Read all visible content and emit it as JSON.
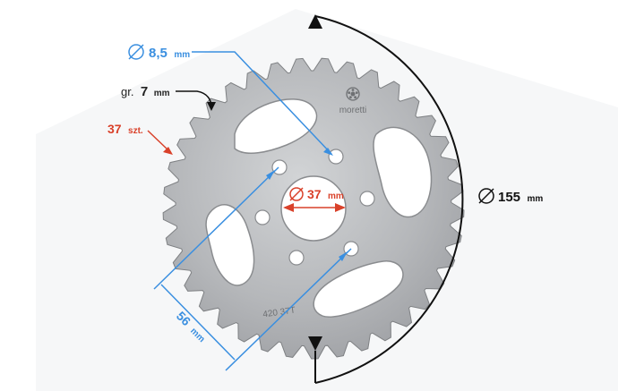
{
  "labels": {
    "hole_diameter": {
      "value": "8,5",
      "unit": "mm",
      "color": "#3a8fe0"
    },
    "thickness": {
      "prefix": "gr.",
      "value": "7",
      "unit": "mm",
      "color": "#222222"
    },
    "teeth_count": {
      "value": "37",
      "unit": "szt.",
      "color": "#d9412a"
    },
    "center_bore": {
      "value": "37",
      "unit": "mm",
      "color": "#d9412a"
    },
    "outer_diameter": {
      "value": "155",
      "unit": "mm",
      "color": "#222222"
    },
    "bolt_spacing": {
      "value": "56",
      "unit": "mm",
      "color": "#3a8fe0"
    }
  },
  "part": {
    "brand": "moretti",
    "stamp": "420  37T",
    "teeth": 37,
    "bolt_holes": 6,
    "metal_color": "#b4b6b9"
  },
  "icons": {
    "diameter_symbol": "diameter-icon",
    "logo": "moretti-logo-icon"
  }
}
